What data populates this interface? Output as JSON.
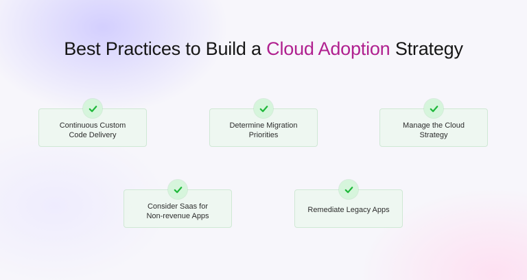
{
  "heading": {
    "part1": "Best Practices to Build a ",
    "accent": "Cloud Adoption",
    "part2": " Strategy"
  },
  "colors": {
    "accent": "#b0208f",
    "check": "#1fb83a",
    "card_background": "#ecf7ee",
    "card_border": "#cfe8d4"
  },
  "icons": {
    "check": "check-icon"
  },
  "practices": [
    {
      "label": "Continuous Custom\nCode Delivery"
    },
    {
      "label": "Determine Migration\nPriorities"
    },
    {
      "label": "Manage the Cloud\nStrategy"
    },
    {
      "label": "Consider Saas for\nNon-revenue Apps"
    },
    {
      "label": "Remediate Legacy Apps"
    }
  ]
}
